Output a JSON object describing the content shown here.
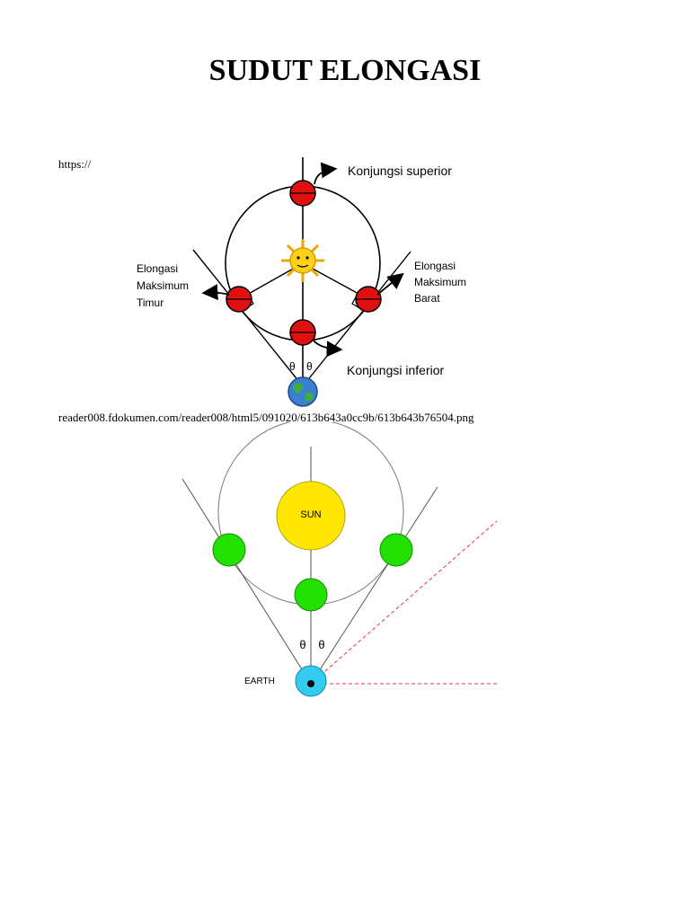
{
  "page": {
    "title": "SUDUT ELONGASI",
    "url_part1": "https://",
    "url_part2": "reader008.fdokumen.com/reader008/html5/091020/613b643a0cc9b/613b643b76504.png"
  },
  "figure1": {
    "label_superior": "Konjungsi superior",
    "label_inferior": "Konjungsi inferior",
    "label_east_1": "Elongasi",
    "label_east_2": "Maksimum",
    "label_east_3": "Timur",
    "label_west_1": "Elongasi",
    "label_west_2": "Maksimum",
    "label_west_3": "Barat",
    "theta": "θ"
  },
  "figure2": {
    "sun_label": "SUN",
    "earth_label": "EARTH",
    "theta": "θ"
  },
  "colors": {
    "planet_red": "#e01010",
    "sun_yellow": "#ffe600",
    "planet_green": "#22e000",
    "earth_cyan": "#33ccee",
    "guide_red": "#ee3333"
  }
}
